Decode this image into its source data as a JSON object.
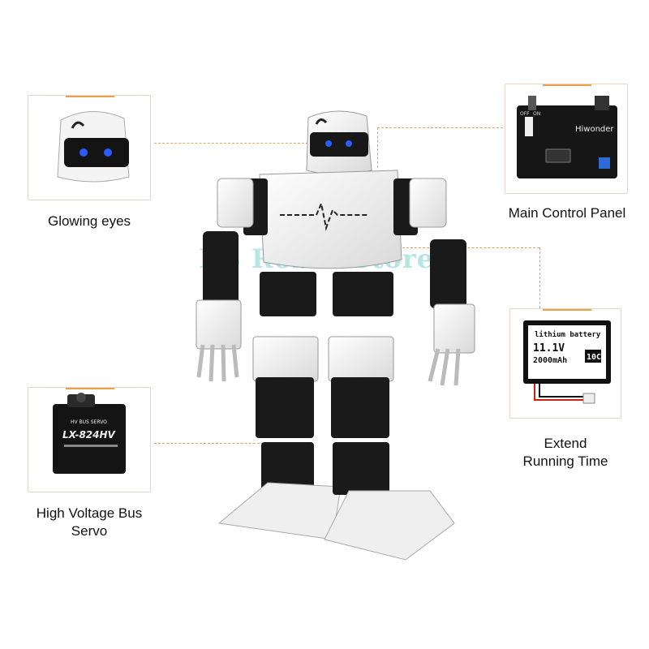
{
  "callouts": {
    "eyes": {
      "label": "Glowing eyes",
      "icon": "robot-head-icon"
    },
    "control_panel": {
      "label": "Main Control Panel",
      "board_brand": "Hiwonder",
      "switch_off": "OFF",
      "switch_on": "ON",
      "icon": "control-board-icon"
    },
    "battery": {
      "label_line1": "Extend",
      "label_line2": "Running Time",
      "heading": "lithium battery",
      "voltage": "11.1V",
      "capacity": "2000mAh",
      "rate": "10C",
      "icon": "battery-icon"
    },
    "servo": {
      "label_line1": "High Voltage Bus",
      "label_line2": "Servo",
      "badge": "HV BUS SERVO",
      "model": "LX-824HV",
      "icon": "servo-icon"
    }
  },
  "robot": {
    "icon": "humanoid-robot-image"
  },
  "watermark": "KS Robot Store",
  "colors": {
    "accent": "#e8a04a",
    "eye": "#2a5cff",
    "robot_shell": "#f2f2f2",
    "servo_black": "#1a1a1a"
  }
}
